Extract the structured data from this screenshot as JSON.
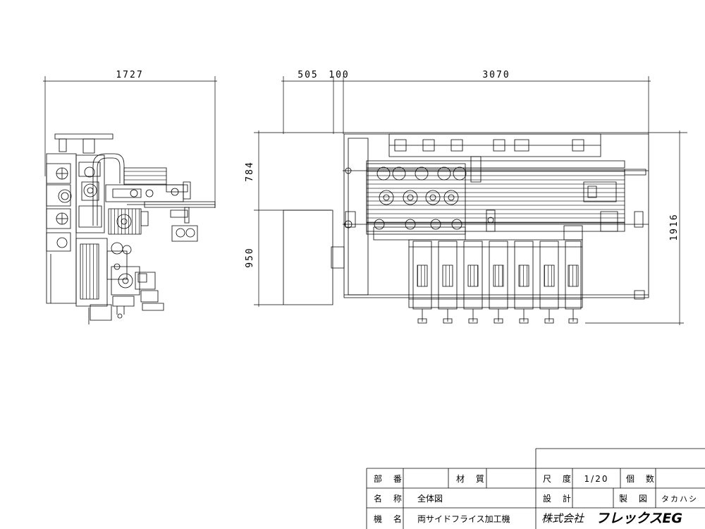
{
  "dimensions": {
    "side_width": "1727",
    "gap_a": "505",
    "gap_b": "100",
    "main_width": "3070",
    "upper_height": "784",
    "lower_height": "950",
    "total_height": "1916"
  },
  "title_block": {
    "part_no_label": "部 番",
    "part_no_value": "",
    "material_label": "材 質",
    "material_value": "",
    "scale_label": "尺 度",
    "scale_value": "1/20",
    "qty_label": "個 数",
    "qty_value": "",
    "name_label": "名 称",
    "name_value": "全体図",
    "design_label": "設 計",
    "design_value": "",
    "drafter_label": "製 図",
    "drafter_value": "タカハシ",
    "machine_label": "機 名",
    "machine_value": "両サイドフライス加工機",
    "company_prefix": "株式会社",
    "company_name": "フレックスEG"
  }
}
